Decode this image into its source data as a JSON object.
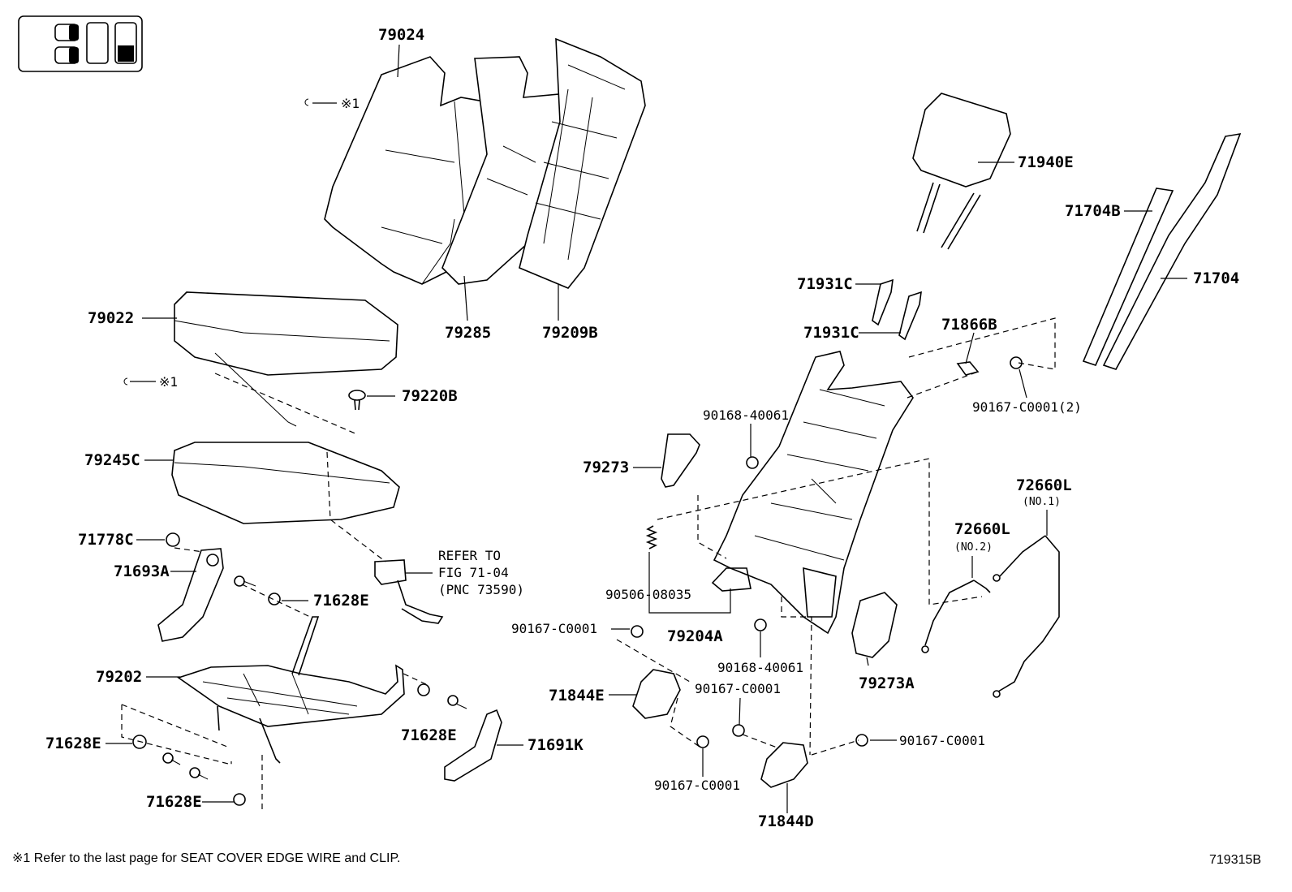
{
  "labels": {
    "p79024": "79024",
    "p79022": "79022",
    "p79285": "79285",
    "p79209B": "79209B",
    "p79220B": "79220B",
    "p79245C": "79245C",
    "p71778C": "71778C",
    "p71693A": "71693A",
    "p71628E_a": "71628E",
    "p79202": "79202",
    "p71628E_b": "71628E",
    "p71628E_c": "71628E",
    "p71628E_d": "71628E",
    "p71691K": "71691K",
    "p71940E": "71940E",
    "p71704B": "71704B",
    "p71704": "71704",
    "p71931C_a": "71931C",
    "p71931C_b": "71931C",
    "p71866B": "71866B",
    "p90167_2": "90167-C0001(2)",
    "p90168_a": "90168-40061",
    "p79273": "79273",
    "p90506": "90506-08035",
    "p79204A": "79204A",
    "p90167_a": "90167-C0001",
    "p90168_b": "90168-40061",
    "p79273A": "79273A",
    "p71844E": "71844E",
    "p90167_b": "90167-C0001",
    "p90167_c": "90167-C0001",
    "p90167_d": "90167-C0001",
    "p71844D": "71844D",
    "p72660L_1": "72660L",
    "p72660L_1_sub": "(NO.1)",
    "p72660L_2": "72660L",
    "p72660L_2_sub": "(NO.2)",
    "refer_1": "REFER TO",
    "refer_2": "FIG 71-04",
    "refer_3": "(PNC 73590)",
    "ref_mark_1": "※1",
    "ref_mark_2": "※1"
  },
  "footnote": "※1  Refer to the last page for SEAT COVER EDGE WIRE and CLIP.",
  "figure_id": "719315B"
}
